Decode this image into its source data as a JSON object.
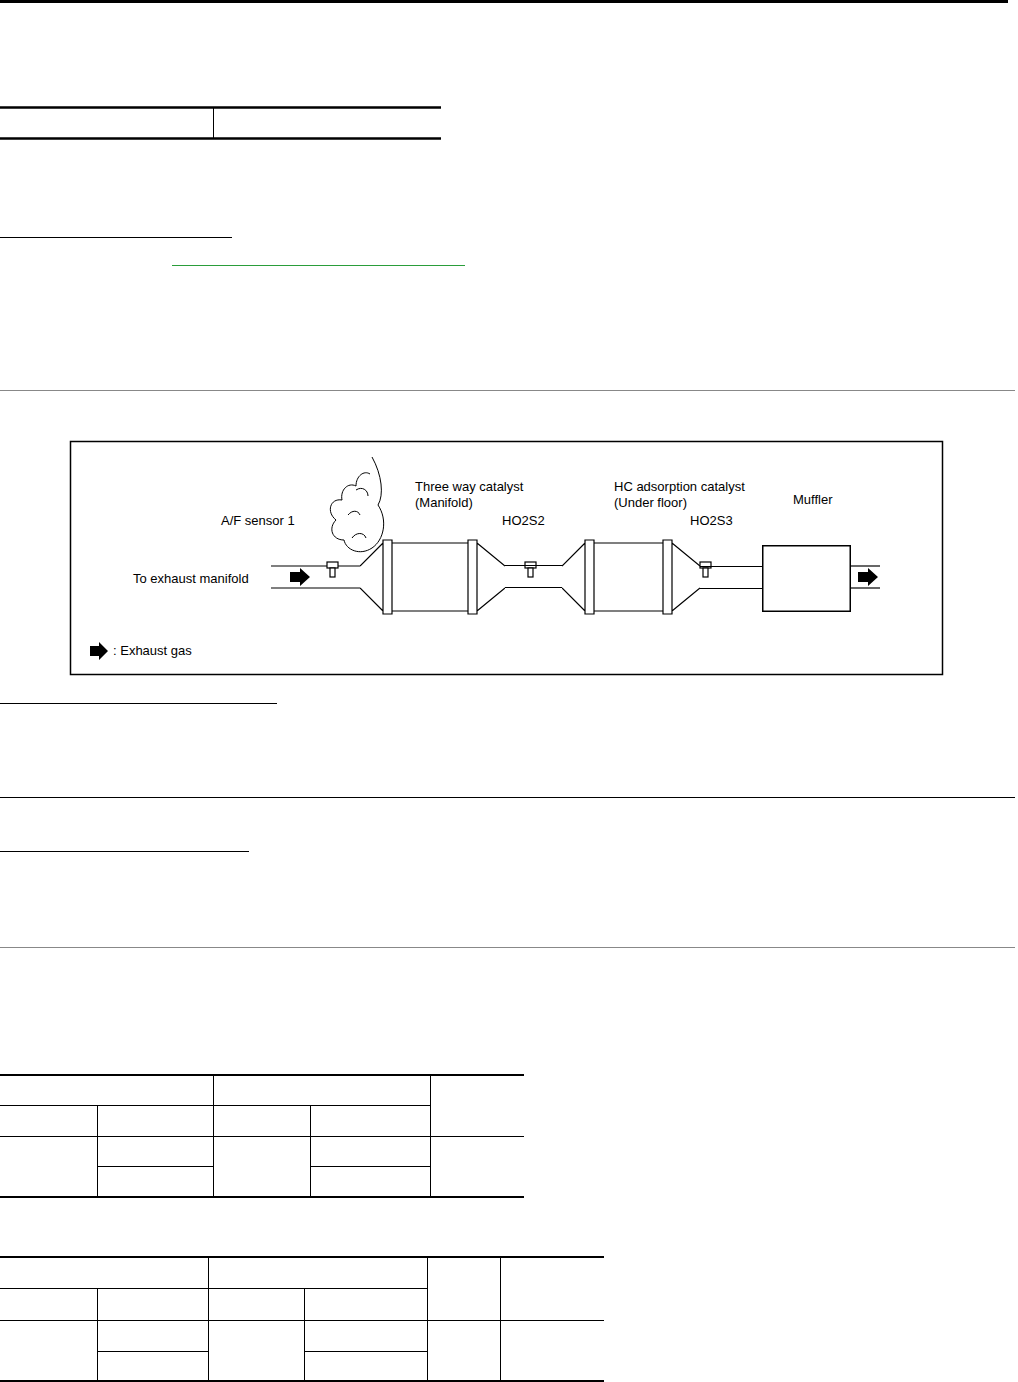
{
  "diagram": {
    "nodes": [
      {
        "text": [
          "Three way catalyst (Manifold)"
        ]
      },
      {
        "text": [
          "HC adsorption catalyst (Under floor)"
        ]
      },
      {
        "text": [
          "Muffler"
        ]
      }
    ],
    "edges": [
      {
        "from": 0,
        "to": 1,
        "arrow": "none"
      },
      {
        "from": 1,
        "to": 2,
        "arrow": "none"
      }
    ],
    "labels": [
      "A/F sensor 1",
      "HO2S2",
      "HO2S3",
      "To exhaust manifold"
    ],
    "legend": [
      {
        "text": ": Exhaust gas"
      }
    ]
  }
}
